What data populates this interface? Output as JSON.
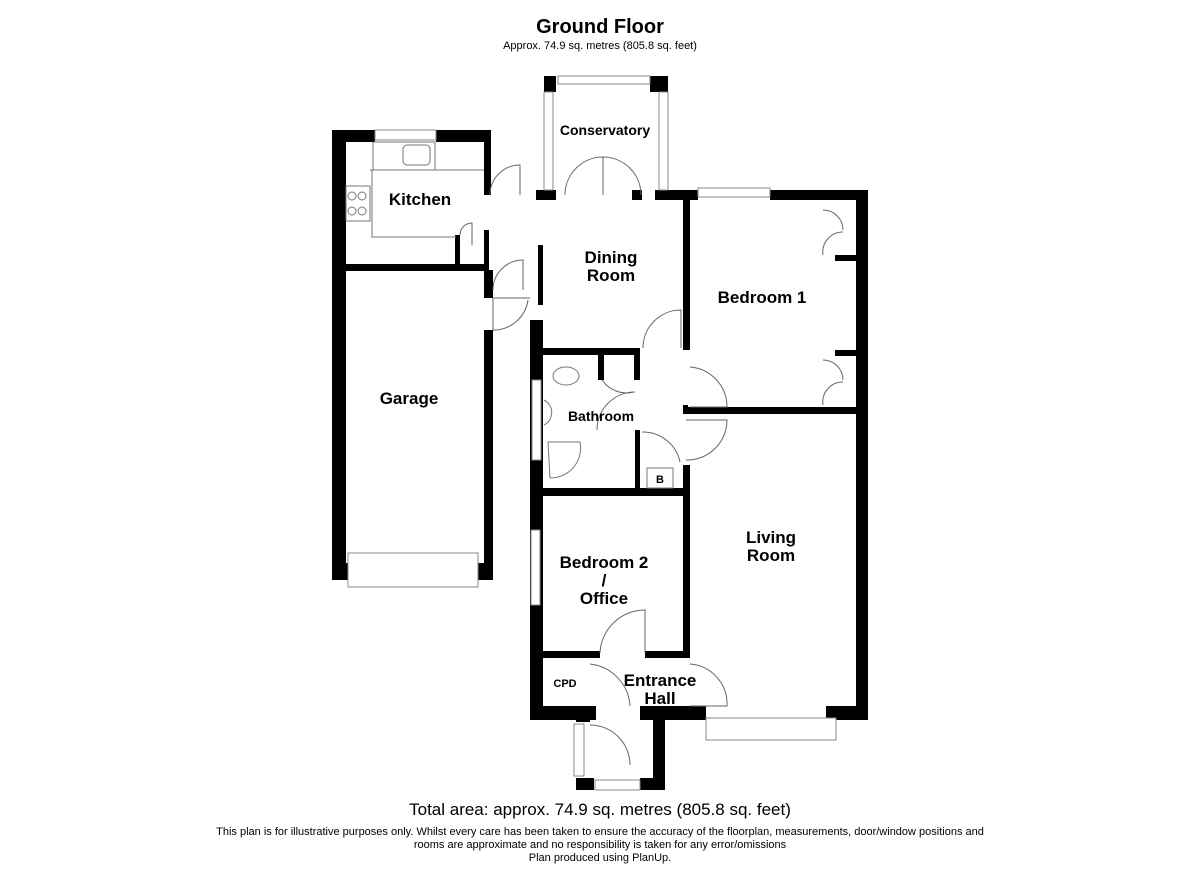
{
  "header": {
    "title": "Ground Floor",
    "subtitle": "Approx. 74.9 sq. metres (805.8 sq. feet)"
  },
  "rooms": {
    "conservatory": "Conservatory",
    "kitchen": "Kitchen",
    "dining_1": "Dining",
    "dining_2": "Room",
    "bedroom1": "Bedroom 1",
    "garage": "Garage",
    "bathroom": "Bathroom",
    "boiler": "B",
    "living_1": "Living",
    "living_2": "Room",
    "bedroom2_1": "Bedroom 2",
    "bedroom2_2": "/",
    "bedroom2_3": "Office",
    "cpd": "CPD",
    "entrance_1": "Entrance",
    "entrance_2": "Hall"
  },
  "footer": {
    "total": "Total area: approx. 74.9 sq. metres (805.8 sq. feet)",
    "disclaimer_1": "This plan is for illustrative purposes only. Whilst every care has been taken to ensure the accuracy of the floorplan, measurements, door/window positions and",
    "disclaimer_2": "rooms are approximate and no responsibility is taken for any error/omissions",
    "disclaimer_3": "Plan produced using PlanUp."
  }
}
